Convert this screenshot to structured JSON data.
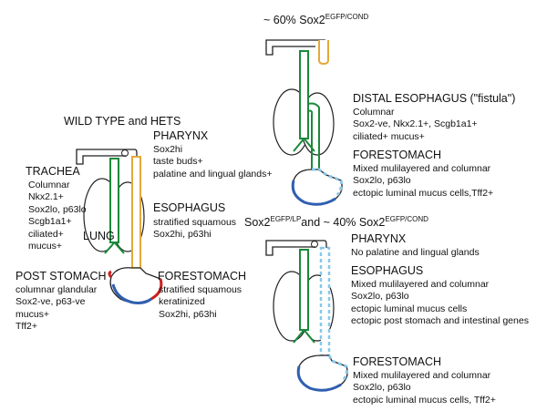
{
  "colors": {
    "trachea": "#1a8a3a",
    "esophagus_wt": "#e3a93a",
    "esophagus_mut": "#88c8e8",
    "fore_blue": "#2f5fb0",
    "post_red": "#cc2020",
    "outline": "#222222"
  },
  "wild": {
    "title": "WILD TYPE and HETS",
    "trachea": {
      "title": "TRACHEA",
      "lines": [
        "Columnar",
        "Nkx2.1+",
        "Sox2lo, p63lo",
        "Scgb1a1+",
        "ciliated+",
        "mucus+"
      ]
    },
    "lung": "LUNG",
    "pharynx": {
      "title": "PHARYNX",
      "lines": [
        "Sox2hi",
        "taste buds+",
        "palatine and lingual glands+"
      ]
    },
    "esophagus": {
      "title": "ESOPHAGUS",
      "lines": [
        "stratified squamous",
        "Sox2hi, p63hi"
      ]
    },
    "post_stomach": {
      "title": "POST STOMACH",
      "lines": [
        "columnar glandular",
        "Sox2-ve, p63-ve",
        "mucus+",
        "Tff2+"
      ]
    },
    "forestomach": {
      "title": "FORESTOMACH",
      "lines": [
        "stratified squamous",
        "keratinized",
        "Sox2hi, p63hi"
      ]
    }
  },
  "mut60": {
    "title_prefix": "~ 60% Sox2",
    "title_sup": "EGFP/COND",
    "distal": {
      "title": "DISTAL ESOPHAGUS (\"fistula\")",
      "lines": [
        "Columnar",
        "Sox2-ve, Nkx2.1+, Scgb1a1+",
        "ciliated+ mucus+"
      ]
    },
    "forestomach": {
      "title": "FORESTOMACH",
      "lines": [
        "Mixed mulilayered and columnar",
        "Sox2lo, p63lo",
        "ectopic luminal mucus cells,Tff2+"
      ]
    }
  },
  "mut40": {
    "title_a": "Sox2",
    "sup_a": "EGFP/LP",
    "title_b": "and ~ 40% Sox2",
    "sup_b": "EGFP/COND",
    "pharynx": {
      "title": "PHARYNX",
      "lines": [
        "No palatine and lingual glands"
      ]
    },
    "esophagus": {
      "title": "ESOPHAGUS",
      "lines": [
        "Mixed mulilayered and columnar",
        "Sox2lo, p63lo",
        "ectopic luminal mucus cells",
        "ectopic  post stomach and intestinal genes"
      ]
    },
    "forestomach": {
      "title": "FORESTOMACH",
      "lines": [
        "Mixed mulilayered and columnar",
        "Sox2lo, p63lo",
        "ectopic luminal mucus cells, Tff2+"
      ]
    }
  }
}
